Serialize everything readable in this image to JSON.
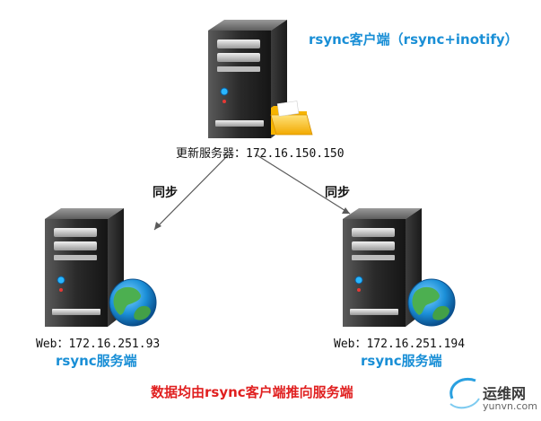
{
  "client": {
    "title": "rsync客户端（rsync+inotify）",
    "caption": "更新服务器：172.16.150.150"
  },
  "sync_labels": {
    "left": "同步",
    "right": "同步"
  },
  "servers": [
    {
      "caption": "Web：172.16.251.93",
      "role": "rsync服务端"
    },
    {
      "caption": "Web：172.16.251.194",
      "role": "rsync服务端"
    }
  ],
  "note": "数据均由rsync客户端推向服务端",
  "watermark": {
    "cn": "运维网",
    "en": "yunvn.com"
  }
}
